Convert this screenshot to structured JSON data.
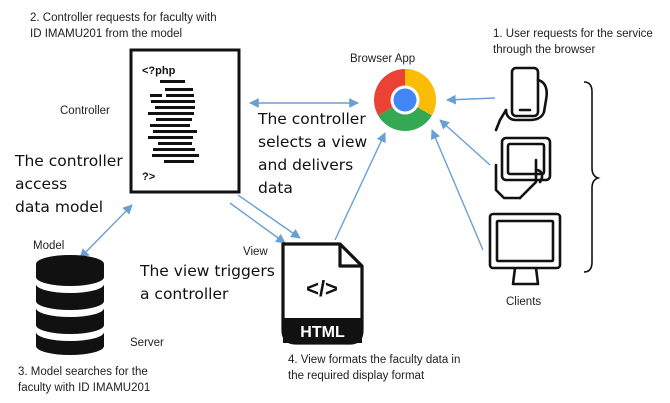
{
  "steps": {
    "step1": [
      "1. User requests for the service",
      "through the browser"
    ],
    "step2": [
      "2. Controller requests for faculty with",
      "ID IMAMU201 from the model"
    ],
    "step3": [
      "3. Model searches for the",
      "faculty with ID IMAMU201"
    ],
    "step4": [
      "4. View formats the faculty data in",
      "the required display format"
    ]
  },
  "labels": {
    "browser_app": "Browser App",
    "controller": "Controller",
    "model": "Model",
    "server": "Server",
    "view": "View",
    "clients": "Clients"
  },
  "captions": {
    "controller_selects": [
      "The controller",
      "selects a view",
      "and delivers",
      "data"
    ],
    "controller_access": [
      "The controller",
      "access",
      "data model"
    ],
    "view_triggers": [
      "The view triggers",
      "a controller"
    ]
  },
  "code_doc": {
    "open_tag": "<?php",
    "close_tag": "?>"
  },
  "html_doc": {
    "label": "HTML",
    "symbol": "</>"
  },
  "colors": {
    "arrow": "#6a9fd4",
    "icon": "#1a1a1a",
    "text": "#222222",
    "caption": "#111111"
  }
}
